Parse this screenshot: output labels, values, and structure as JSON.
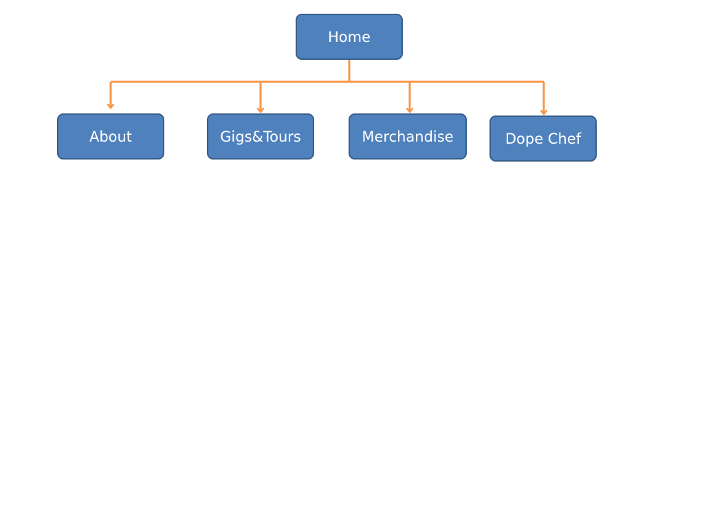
{
  "diagram": {
    "type": "hierarchy",
    "connector_color": "#f79646",
    "node_fill": "#4f81bd",
    "node_border": "#385d8a",
    "node_text_color": "#ffffff",
    "root": {
      "id": "home",
      "label": "Home"
    },
    "children": [
      {
        "id": "about",
        "label": "About"
      },
      {
        "id": "gigs",
        "label": "Gigs&Tours"
      },
      {
        "id": "merch",
        "label": "Merchandise"
      },
      {
        "id": "dope",
        "label": "Dope Chef"
      }
    ]
  }
}
